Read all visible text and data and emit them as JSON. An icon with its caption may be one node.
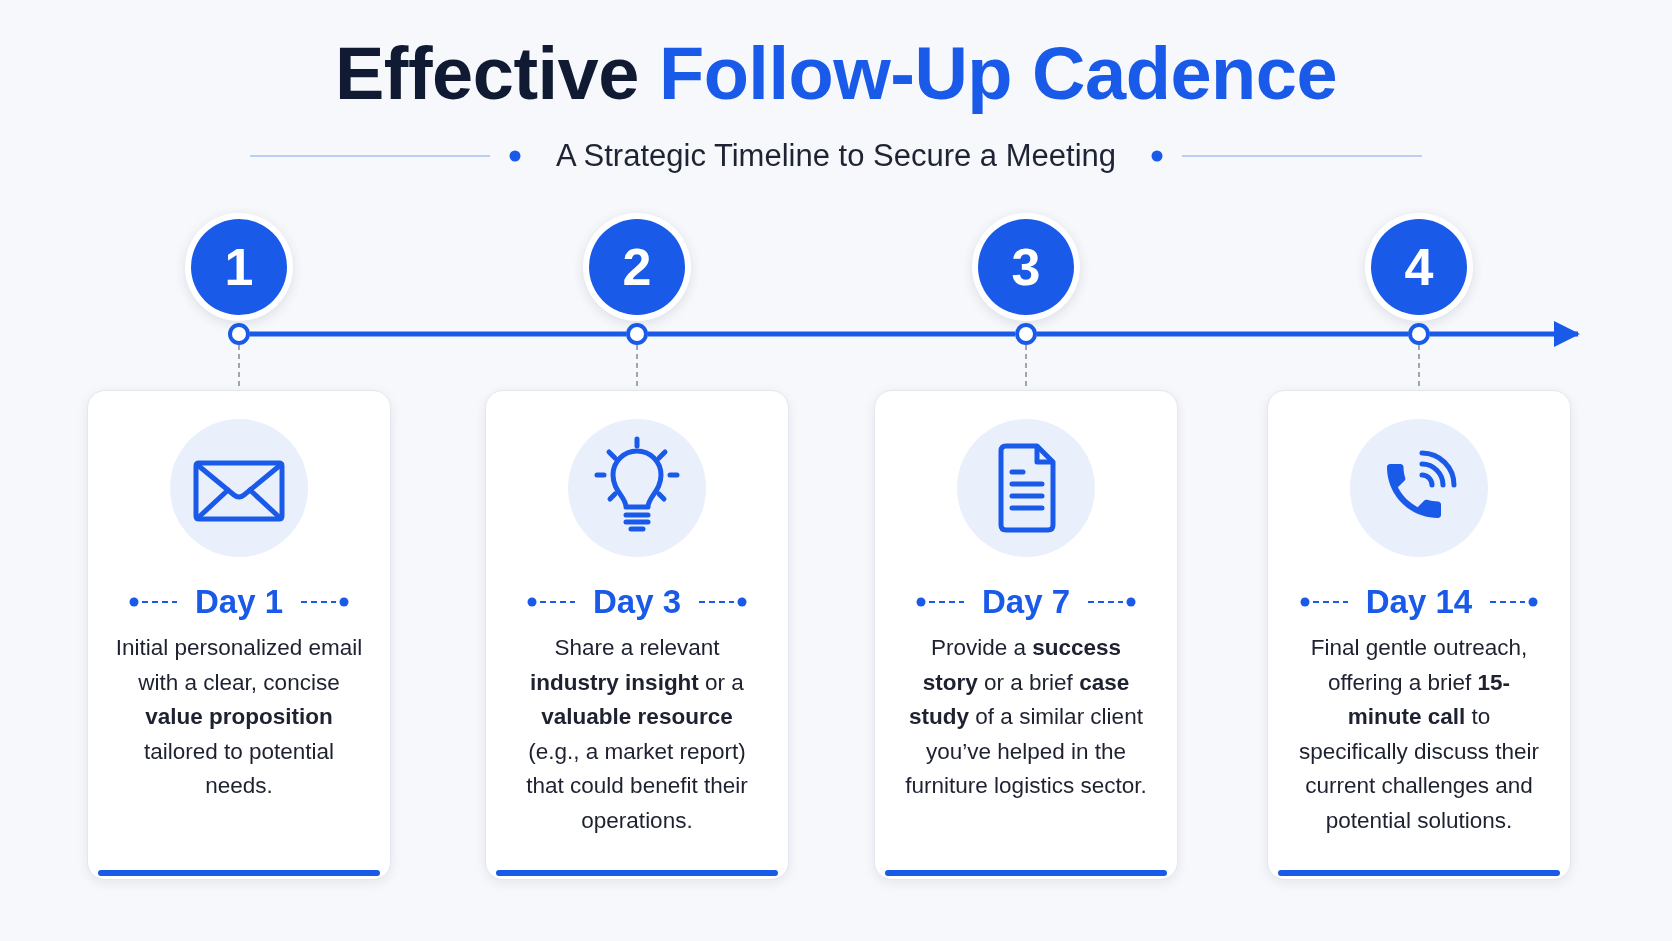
{
  "diagram": {
    "title": "Effective Follow-Up Cadence",
    "nodes": [
      {
        "text": [
          "1"
        ]
      },
      {
        "text": [
          "2"
        ]
      },
      {
        "text": [
          "3"
        ]
      },
      {
        "text": [
          "4"
        ]
      },
      {
        "text": [],
        "shape": "circle"
      },
      {
        "text": [],
        "shape": "circle"
      },
      {
        "text": [],
        "shape": "circle"
      },
      {
        "text": [],
        "shape": "circle"
      },
      {
        "text": [
          "Day 1",
          "Initial personalized email with a clear, concise **value proposition** tailored to potential needs."
        ]
      },
      {
        "text": [
          "Day 3",
          "Share a relevant **industry insight** or a **valuable resource** (e.g., a market report) that could benefit their operations."
        ]
      },
      {
        "text": [
          "Day 7",
          "Provide a **success story** or a brief **case study** of a similar client you’ve helped in the furniture logistics sector."
        ]
      },
      {
        "text": [
          "Day 14",
          "Final gentle outreach, offering a brief **15-minute call** to specifically discuss their current challenges and potential solutions."
        ]
      }
    ],
    "edges": [
      {
        "from": 4,
        "to": 5,
        "arrow": "none",
        "style": "thick"
      },
      {
        "from": 5,
        "to": 6,
        "arrow": "none",
        "style": "thick"
      },
      {
        "from": 6,
        "to": 7,
        "arrow": "none",
        "style": "thick"
      },
      {
        "from": 7,
        "to": null,
        "arrow": "to",
        "style": "thick"
      },
      {
        "from": 4,
        "to": 8,
        "arrow": "none",
        "style": "dashed",
        "color": "#8a909c"
      },
      {
        "from": 5,
        "to": 9,
        "arrow": "none",
        "style": "dashed",
        "color": "#8a909c"
      },
      {
        "from": 6,
        "to": 10,
        "arrow": "none",
        "style": "dashed",
        "color": "#8a909c"
      },
      {
        "from": 7,
        "to": 11,
        "arrow": "none",
        "style": "dashed",
        "color": "#8a909c"
      }
    ],
    "labels": [
      "A Strategic Timeline to Secure a Meeting"
    ]
  }
}
